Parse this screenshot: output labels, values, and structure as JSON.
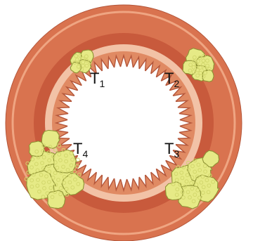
{
  "colors": {
    "outer_ring": "#d9734f",
    "outer_ring_light": "#efa582",
    "mid_band": "#c85a3c",
    "inner_band": "#f2c2a6",
    "mucosa": "#e08a63",
    "mucosa_outline": "#b4563a",
    "lumen": "#ffffff",
    "tumor_fill": "#e6ea86",
    "tumor_outline": "#8e9234",
    "tumor_bump": "#d2d76c"
  },
  "labels": [
    {
      "id": "T1",
      "main": "T",
      "sub": "1"
    },
    {
      "id": "T2",
      "main": "T",
      "sub": "2"
    },
    {
      "id": "T3",
      "main": "T",
      "sub": "3"
    },
    {
      "id": "T4",
      "main": "T",
      "sub": "4"
    }
  ]
}
